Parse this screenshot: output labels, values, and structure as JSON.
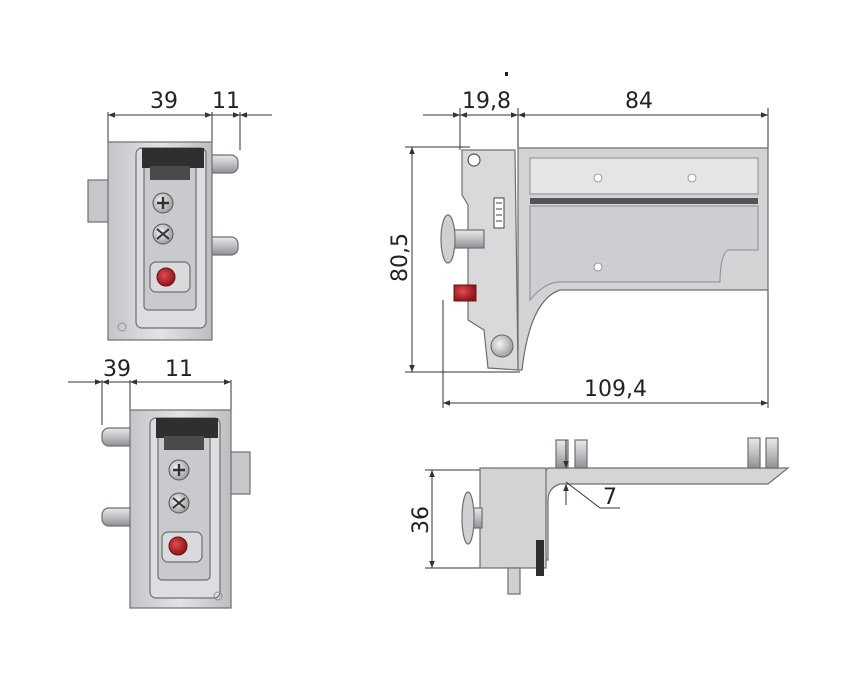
{
  "colors": {
    "metal": "#cfd0d2",
    "metal_light": "#e6e7e8",
    "metal_shadow": "#9c9da0",
    "adjuster_red": "#c0272d",
    "dimension_line": "#333333"
  },
  "dimensions": {
    "top_left_width": "39",
    "top_left_pin": "11",
    "bottom_left_width": "39",
    "bottom_left_pin": "11",
    "side_offset": "19,8",
    "side_length": "84",
    "side_height": "80,5",
    "side_total": "109,4",
    "plan_height": "36",
    "plan_thickness": "7"
  },
  "icons": [
    "phillips-screw-icon",
    "pozidriv-screw-icon",
    "red-adjuster-icon",
    "mounting-pin-icon"
  ]
}
